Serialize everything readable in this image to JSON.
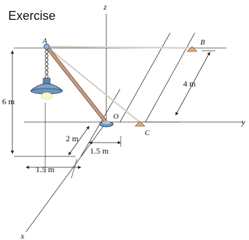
{
  "header": {
    "title": "Exercise"
  },
  "axes": {
    "z": "z",
    "y": "y",
    "x": "x"
  },
  "points": {
    "A": "A",
    "B": "B",
    "O": "O",
    "C": "C"
  },
  "dimensions": {
    "height": "6 m",
    "bc_length": "4 m",
    "x_offset": "2 m",
    "y_offset": "1.5 m",
    "lamp_offset": "1.5 m"
  },
  "colors": {
    "pole": "#b48a6e",
    "cable": "#d8cfc2",
    "lamp": "#6f93b8",
    "anchor": "#e0ad7e"
  }
}
